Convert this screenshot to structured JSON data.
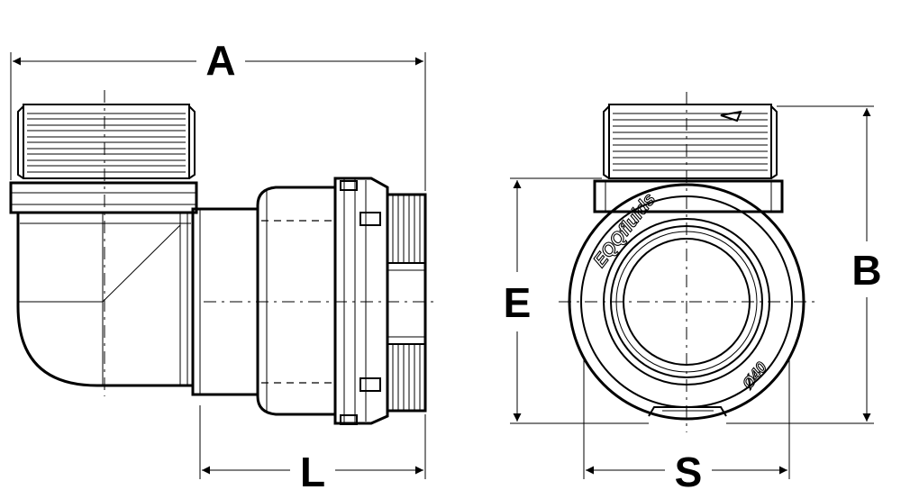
{
  "drawing": {
    "labels": {
      "a": "A",
      "l": "L",
      "b": "B",
      "e": "E",
      "s": "S"
    },
    "brand_text": "EQQfluids",
    "size_marking": "Ø40",
    "colors": {
      "line": "#000000",
      "background": "#ffffff"
    }
  }
}
